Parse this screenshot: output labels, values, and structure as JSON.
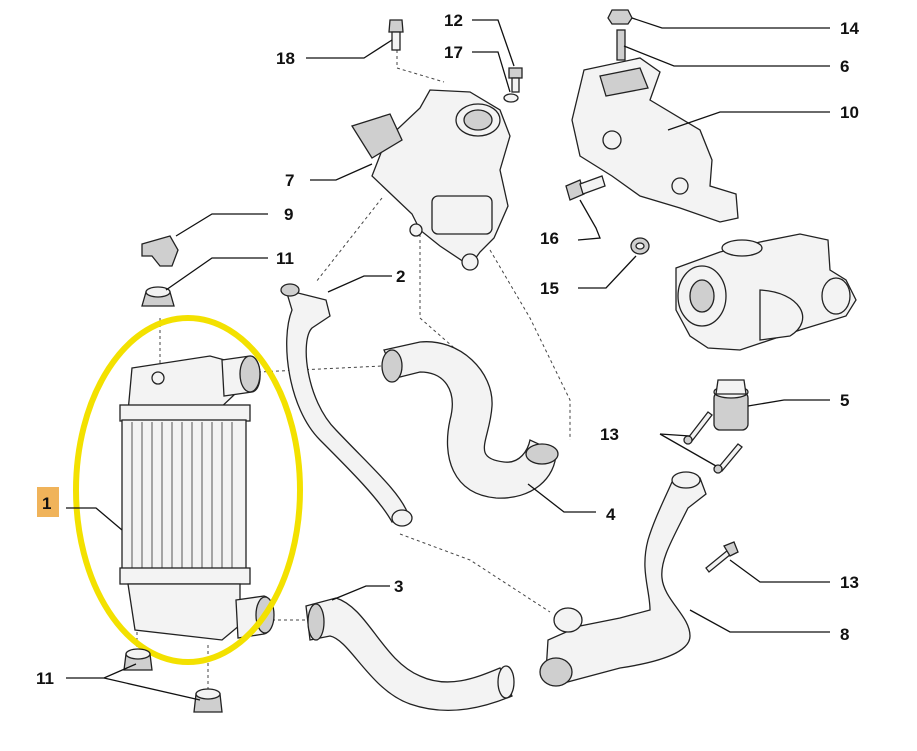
{
  "highlight_color": "#f3e100",
  "badge_color": "#f0b35a",
  "callouts": {
    "c1": "1",
    "c2": "2",
    "c3": "3",
    "c4": "4",
    "c5": "5",
    "c6": "6",
    "c7": "7",
    "c8": "8",
    "c9": "9",
    "c10": "10",
    "c11a": "11",
    "c11b": "11",
    "c12": "12",
    "c13a": "13",
    "c13b": "13",
    "c14": "14",
    "c15": "15",
    "c16": "16",
    "c17": "17",
    "c18": "18"
  }
}
